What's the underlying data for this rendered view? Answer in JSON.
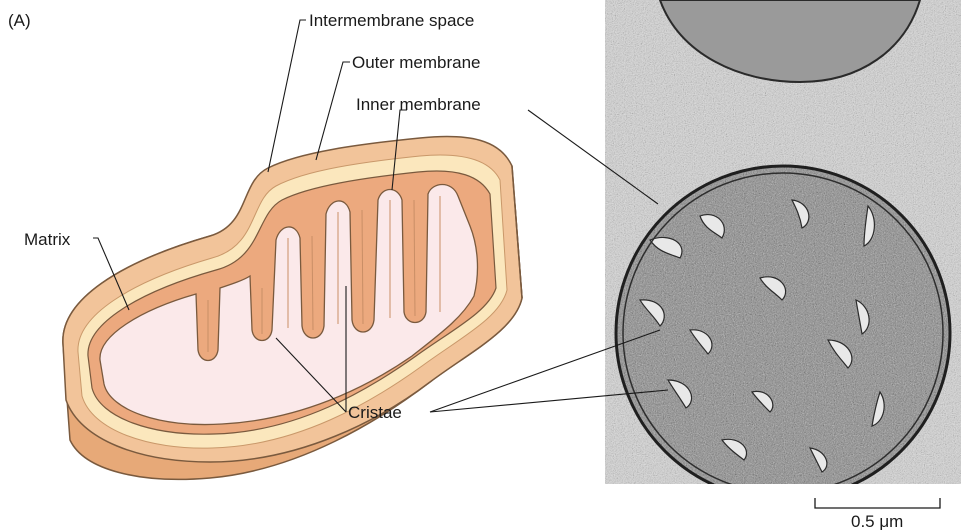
{
  "panel_label": "(A)",
  "labels": {
    "intermembrane_space": "Intermembrane space",
    "outer_membrane": "Outer membrane",
    "inner_membrane": "Inner membrane",
    "matrix": "Matrix",
    "cristae": "Cristae"
  },
  "scale_bar": {
    "label": "0.5 μm"
  },
  "colors": {
    "outer_shell": "#f2c49a",
    "outer_edge": "#e4a878",
    "intermembrane": "#fbe7bd",
    "inner_membrane": "#eca97e",
    "matrix": "#fbe9ea",
    "outline": "#7a5a3e",
    "micrograph_bg": "#d7d7d7"
  }
}
